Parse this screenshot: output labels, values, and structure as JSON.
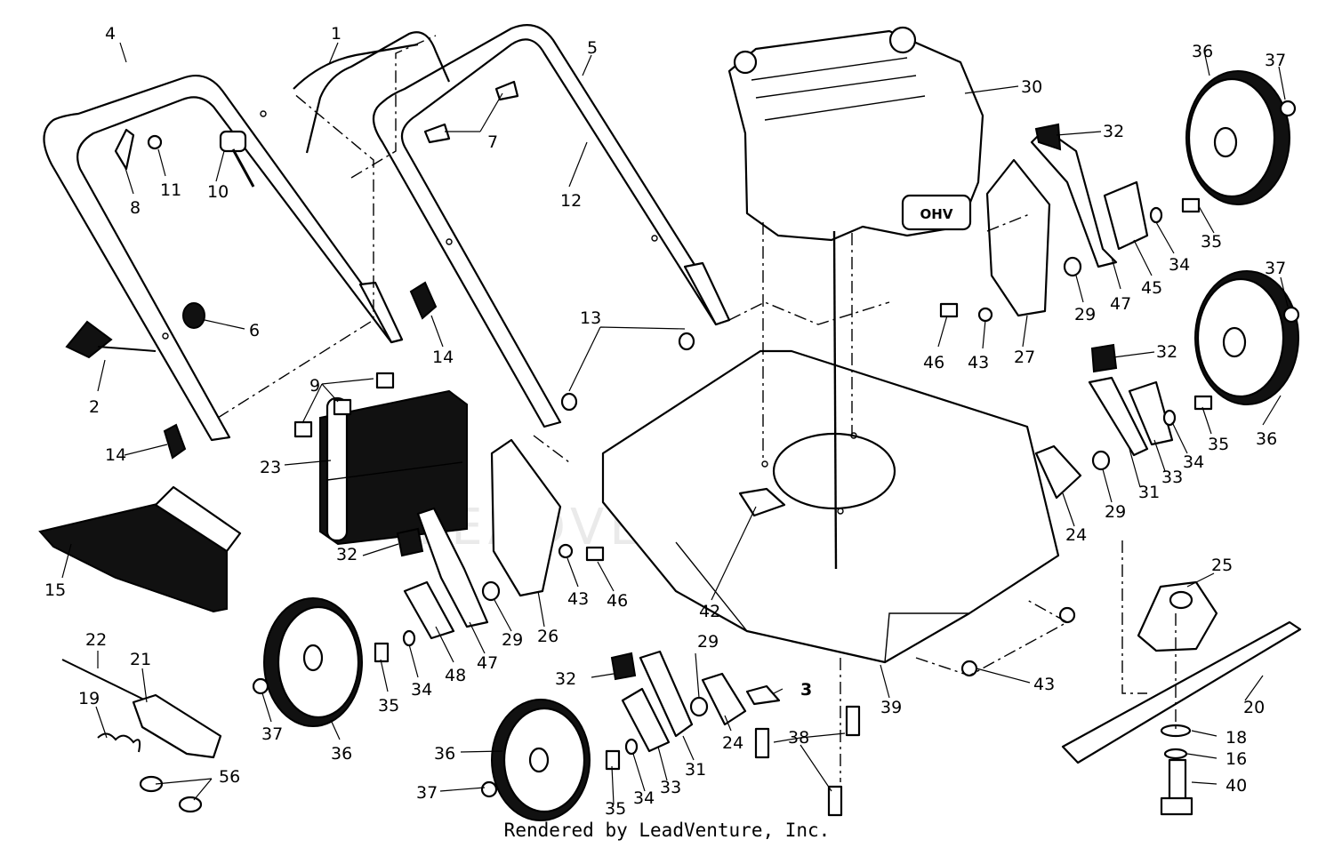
{
  "footer": "Rendered by LeadVenture, Inc.",
  "watermark": "LEADVENTURE",
  "engine_badge": "OHV",
  "labels": [
    {
      "id": "l4",
      "text": "4"
    },
    {
      "id": "l1",
      "text": "1"
    },
    {
      "id": "l5",
      "text": "5"
    },
    {
      "id": "l30",
      "text": "30"
    },
    {
      "id": "l36a",
      "text": "36"
    },
    {
      "id": "l37a",
      "text": "37"
    },
    {
      "id": "l8",
      "text": "8"
    },
    {
      "id": "l11",
      "text": "11"
    },
    {
      "id": "l10",
      "text": "10"
    },
    {
      "id": "l7",
      "text": "7"
    },
    {
      "id": "l12",
      "text": "12"
    },
    {
      "id": "l32a",
      "text": "32"
    },
    {
      "id": "l35a",
      "text": "35"
    },
    {
      "id": "l34a",
      "text": "34"
    },
    {
      "id": "l45",
      "text": "45"
    },
    {
      "id": "l47a",
      "text": "47"
    },
    {
      "id": "l29a",
      "text": "29"
    },
    {
      "id": "l37b",
      "text": "37"
    },
    {
      "id": "l6",
      "text": "6"
    },
    {
      "id": "l13",
      "text": "13"
    },
    {
      "id": "l14a",
      "text": "14"
    },
    {
      "id": "l46a",
      "text": "46"
    },
    {
      "id": "l43a",
      "text": "43"
    },
    {
      "id": "l27",
      "text": "27"
    },
    {
      "id": "l32b",
      "text": "32"
    },
    {
      "id": "l2",
      "text": "2"
    },
    {
      "id": "l9",
      "text": "9"
    },
    {
      "id": "l36b",
      "text": "36"
    },
    {
      "id": "l35b",
      "text": "35"
    },
    {
      "id": "l14b",
      "text": "14"
    },
    {
      "id": "l34b",
      "text": "34"
    },
    {
      "id": "l23",
      "text": "23"
    },
    {
      "id": "l33a",
      "text": "33"
    },
    {
      "id": "l31a",
      "text": "31"
    },
    {
      "id": "l29b",
      "text": "29"
    },
    {
      "id": "l24a",
      "text": "24"
    },
    {
      "id": "l32c",
      "text": "32"
    },
    {
      "id": "l15",
      "text": "15"
    },
    {
      "id": "l43b",
      "text": "43"
    },
    {
      "id": "l46b",
      "text": "46"
    },
    {
      "id": "l26",
      "text": "26"
    },
    {
      "id": "l29c",
      "text": "29"
    },
    {
      "id": "l25",
      "text": "25"
    },
    {
      "id": "l42",
      "text": "42"
    },
    {
      "id": "l22",
      "text": "22"
    },
    {
      "id": "l21",
      "text": "21"
    },
    {
      "id": "l48",
      "text": "48"
    },
    {
      "id": "l47b",
      "text": "47"
    },
    {
      "id": "l29d",
      "text": "29"
    },
    {
      "id": "l32d",
      "text": "32"
    },
    {
      "id": "l3",
      "text": "3"
    },
    {
      "id": "l19",
      "text": "19"
    },
    {
      "id": "l35c",
      "text": "35"
    },
    {
      "id": "l34c",
      "text": "34"
    },
    {
      "id": "l43c",
      "text": "43"
    },
    {
      "id": "l39",
      "text": "39"
    },
    {
      "id": "l20",
      "text": "20"
    },
    {
      "id": "l37c",
      "text": "37"
    },
    {
      "id": "l36c",
      "text": "36"
    },
    {
      "id": "l24b",
      "text": "24"
    },
    {
      "id": "l31b",
      "text": "31"
    },
    {
      "id": "l38",
      "text": "38"
    },
    {
      "id": "l18",
      "text": "18"
    },
    {
      "id": "l36d",
      "text": "36"
    },
    {
      "id": "l33b",
      "text": "33"
    },
    {
      "id": "l16",
      "text": "16"
    },
    {
      "id": "l56",
      "text": "56"
    },
    {
      "id": "l37d",
      "text": "37"
    },
    {
      "id": "l35d",
      "text": "35"
    },
    {
      "id": "l34d",
      "text": "34"
    },
    {
      "id": "l40",
      "text": "40"
    }
  ]
}
